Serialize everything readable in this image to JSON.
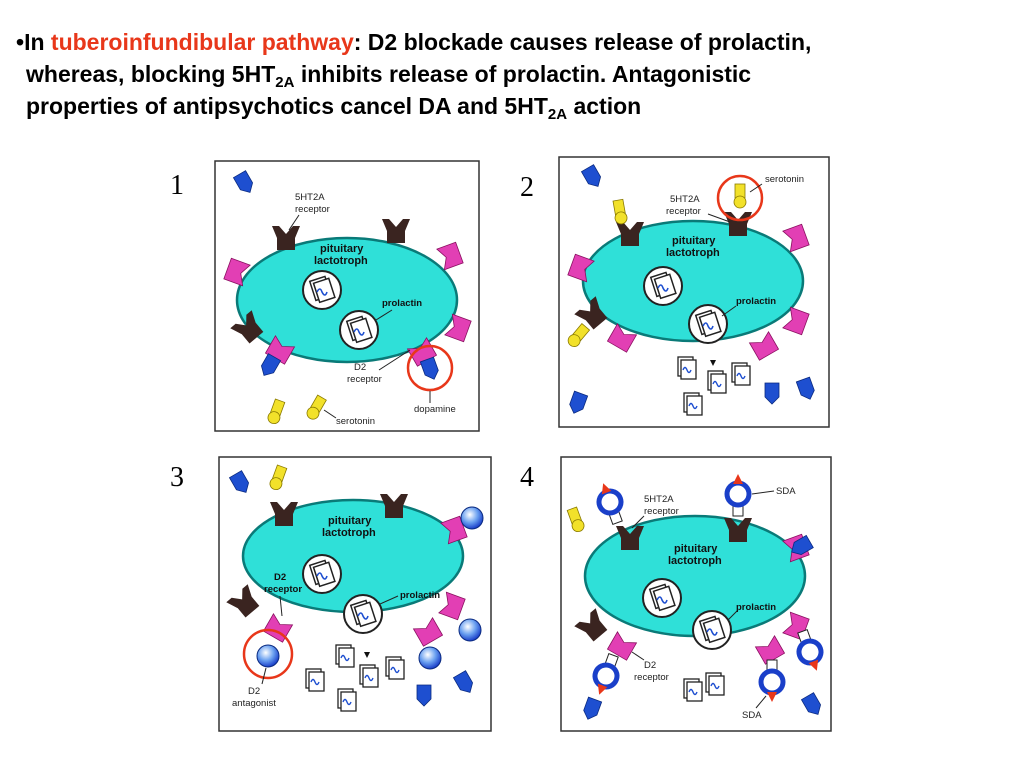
{
  "slide": {
    "bullet_mark": "•",
    "in": "In ",
    "pathway": "tuberoinfundibular pathway",
    "colon_text": ": D2 blockade causes release of prolactin,",
    "line2_a": "whereas, blocking 5HT",
    "line2_sub": "2A",
    "line2_b": " inhibits release of prolactin. Antagonistic",
    "line3_a": "properties of antipsychotics cancel DA and 5HT",
    "line3_sub": "2A",
    "line3_b": " action"
  },
  "colors": {
    "cell": "#2fe0d8",
    "receptor_5ht2a": "#3a2420",
    "receptor_d2": "#e23fb4",
    "dopamine": "#1e4fd0",
    "serotonin": "#f2e12a",
    "highlight_circle": "#e8371a",
    "antagonist": "#3d78e0",
    "sda_ring": "#1a3fc9"
  },
  "panels": [
    {
      "number": "1",
      "cell_label_1": "pituitary",
      "cell_label_2": "lactotroph",
      "labels": {
        "receptor_5ht2a_1": "5HT2A",
        "receptor_5ht2a_2": "receptor",
        "prolactin": "prolactin",
        "d2_1": "D2",
        "d2_2": "receptor",
        "dopamine": "dopamine",
        "serotonin": "serotonin"
      }
    },
    {
      "number": "2",
      "cell_label_1": "pituitary",
      "cell_label_2": "lactotroph",
      "labels": {
        "serotonin": "serotonin",
        "receptor_5ht2a_1": "5HT2A",
        "receptor_5ht2a_2": "receptor",
        "prolactin": "prolactin"
      }
    },
    {
      "number": "3",
      "cell_label_1": "pituitary",
      "cell_label_2": "lactotroph",
      "labels": {
        "d2_1": "D2",
        "d2_2": "receptor",
        "prolactin": "prolactin",
        "antagonist_1": "D2",
        "antagonist_2": "antagonist"
      }
    },
    {
      "number": "4",
      "cell_label_1": "pituitary",
      "cell_label_2": "lactotroph",
      "labels": {
        "receptor_5ht2a_1": "5HT2A",
        "receptor_5ht2a_2": "receptor",
        "sda_top": "SDA",
        "prolactin": "prolactin",
        "d2_1": "D2",
        "d2_2": "receptor",
        "sda_bottom": "SDA"
      }
    }
  ]
}
